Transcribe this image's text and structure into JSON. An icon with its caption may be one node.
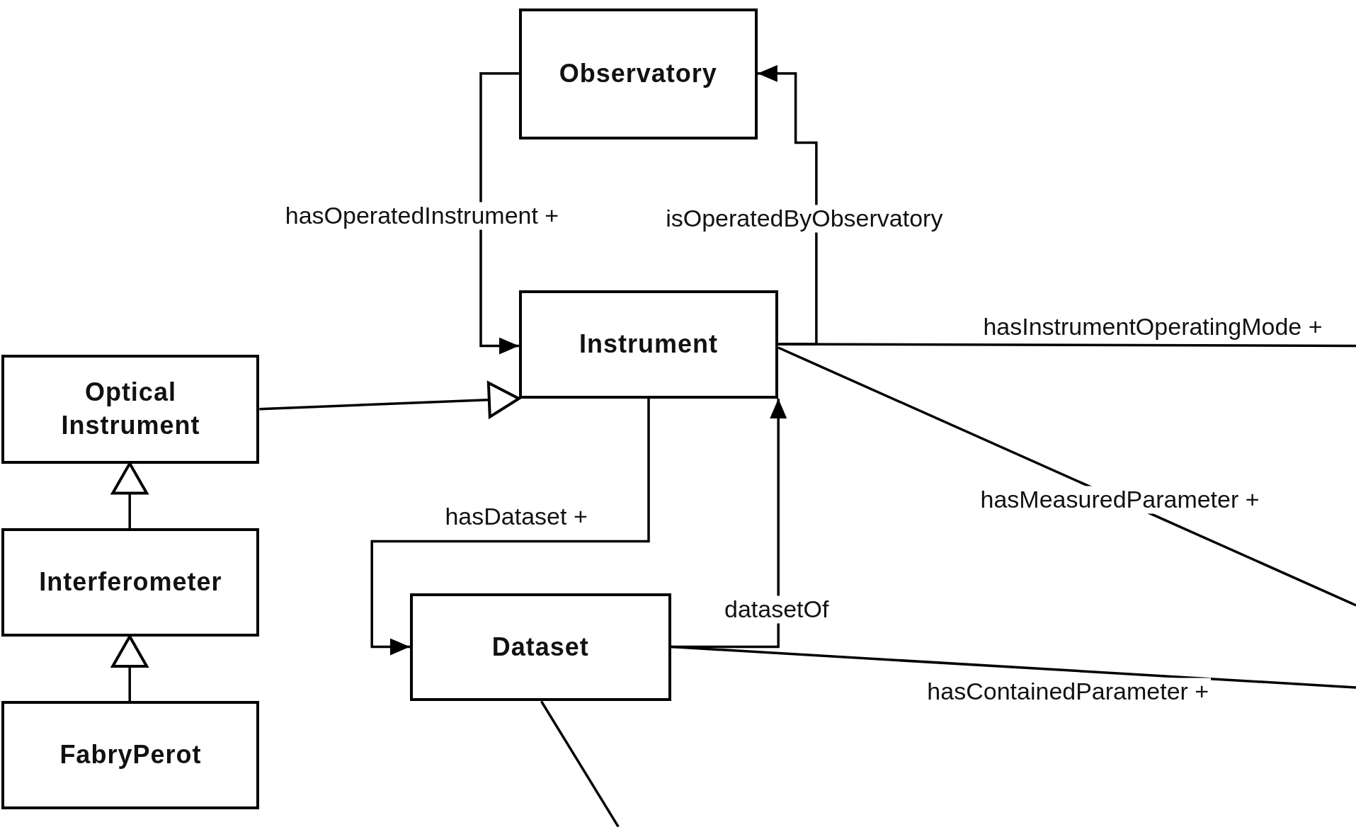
{
  "diagram": {
    "nodes": [
      {
        "text": [
          "Observatory"
        ]
      },
      {
        "text": [
          "Instrument"
        ]
      },
      {
        "text": [
          "Optical Instrument"
        ]
      },
      {
        "text": [
          "Interferometer"
        ]
      },
      {
        "text": [
          "FabryPerot"
        ]
      },
      {
        "text": [
          "Dataset"
        ]
      }
    ],
    "edges": [
      {
        "from": 0,
        "to": 1,
        "arrow": "to",
        "label": "hasOperatedInstrument +"
      },
      {
        "from": 1,
        "to": 0,
        "arrow": "to",
        "label": "isOperatedByObservatory"
      },
      {
        "from": 1,
        "to": null,
        "arrow": "none",
        "label": "hasInstrumentOperatingMode +"
      },
      {
        "from": 1,
        "to": null,
        "arrow": "none",
        "label": "hasMeasuredParameter +"
      },
      {
        "from": 2,
        "to": 1,
        "arrow": "to"
      },
      {
        "from": 3,
        "to": 2,
        "arrow": "to"
      },
      {
        "from": 4,
        "to": 3,
        "arrow": "to"
      },
      {
        "from": 1,
        "to": 5,
        "arrow": "to",
        "label": "hasDataset +"
      },
      {
        "from": 5,
        "to": 1,
        "arrow": "to",
        "label": "datasetOf"
      },
      {
        "from": 5,
        "to": null,
        "arrow": "none",
        "label": "hasContainedParameter +"
      },
      {
        "from": 5,
        "to": null,
        "arrow": "none"
      }
    ]
  }
}
